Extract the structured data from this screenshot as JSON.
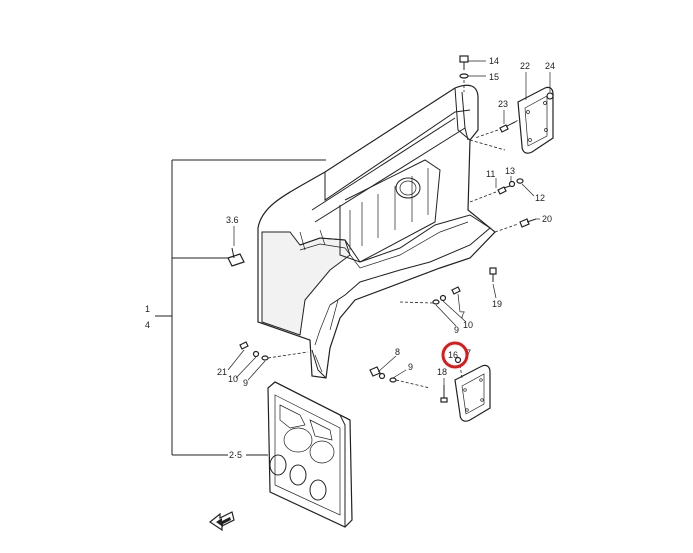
{
  "labels": {
    "n14": "14",
    "n15": "15",
    "n22": "22",
    "n24": "24",
    "n23": "23",
    "n11": "11",
    "n13": "13",
    "n12": "12",
    "n20": "20",
    "n36": "3.6",
    "n19": "19",
    "n7": "7",
    "n10a": "10",
    "n9a": "9",
    "n1": "1",
    "n4": "4",
    "n8": "8",
    "n9b": "9",
    "n16": "16",
    "n17": "7",
    "n18": "18",
    "n21": "21",
    "n10b": "10",
    "n9c": "9",
    "n25": "2·5"
  },
  "colors": {
    "highlight": "#e01818",
    "ink": "#222222"
  },
  "icons": {
    "direction": "front-arrow-icon"
  }
}
